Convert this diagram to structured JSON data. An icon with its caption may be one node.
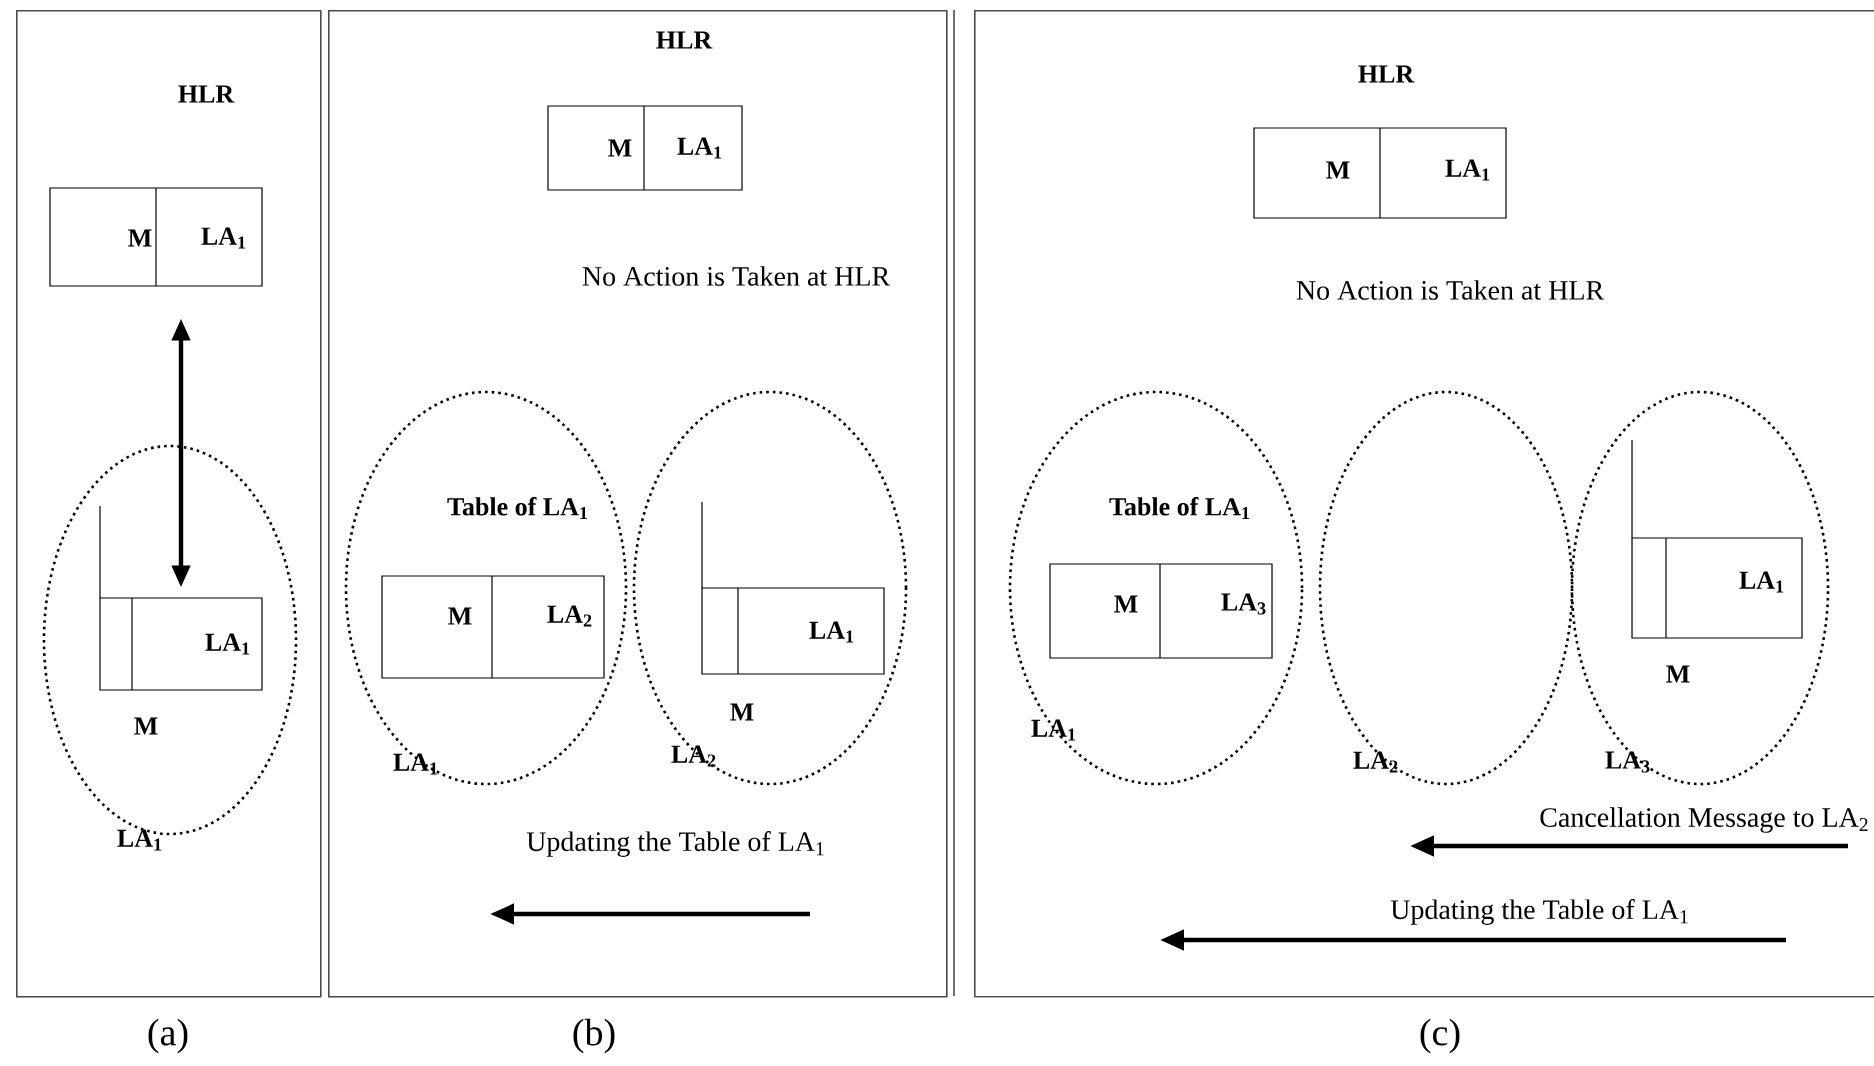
{
  "diagram": {
    "nodes": [
      {
        "text": [
          "(a)"
        ]
      },
      {
        "text": [
          "HLR",
          "M",
          "LA$_{1}$"
        ],
        "in": 0
      },
      {
        "text": [
          "LA$_{1}$"
        ],
        "in": 0
      },
      {
        "text": [
          "LA$_{1}$"
        ],
        "beside": [
          "M"
        ],
        "in": 2
      },
      {
        "text": [
          "(b)"
        ]
      },
      {
        "text": [
          "HLR",
          "M",
          "LA$_{1}$"
        ],
        "in": 4
      },
      {
        "text": [
          "LA$_{1}$"
        ],
        "in": 4
      },
      {
        "text": [
          "Table of LA$_{1}$",
          "M",
          "LA$_{2}$"
        ],
        "in": 6
      },
      {
        "text": [
          "LA$_{2}$"
        ],
        "in": 4
      },
      {
        "text": [
          "LA$_{1}$"
        ],
        "beside": [
          "M"
        ],
        "in": 8
      },
      {
        "text": [
          "(c)"
        ]
      },
      {
        "text": [
          "HLR",
          "M",
          "LA$_{1}$"
        ],
        "in": 10
      },
      {
        "text": [
          "LA$_{1}$"
        ],
        "in": 10
      },
      {
        "text": [
          "Table of LA$_{1}$",
          "M",
          "LA$_{3}$"
        ],
        "in": 12
      },
      {
        "text": [
          "LA$_{2}$"
        ],
        "in": 10
      },
      {
        "text": [
          "LA$_{3}$"
        ],
        "in": 10
      },
      {
        "text": [
          "LA$_{1}$"
        ],
        "beside": [
          "M"
        ],
        "in": 15
      }
    ],
    "edges": [
      {
        "from": 1,
        "to": 3,
        "arrow": "both"
      }
    ],
    "labels": [
      "No Action is Taken at HLR",
      "Updating the Table of LA$_{1}$",
      "No Action is Taken at HLR",
      "Cancellation Message to LA$_{2}$",
      "Updating the Table of LA$_{1}$"
    ]
  }
}
